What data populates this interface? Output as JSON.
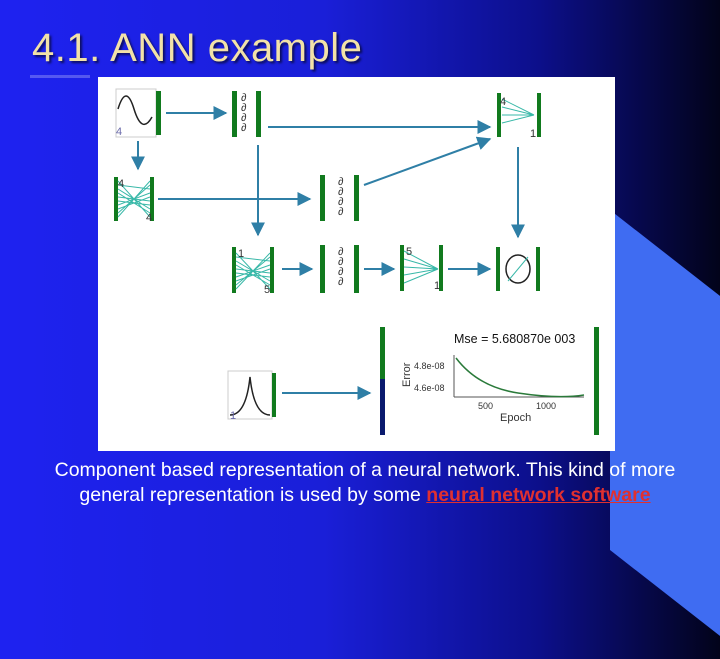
{
  "slide": {
    "title": "4.1. ANN example"
  },
  "figure": {
    "layer_labels": [
      "4",
      "1",
      "4",
      "4",
      "1",
      "5",
      "5",
      "1"
    ],
    "input_label": "4",
    "output_label": "1",
    "mse_label": "Mse = 5.680870e 003",
    "error_axis_label": "Error",
    "epoch_axis_label": "Epoch",
    "y_ticks": [
      "4.8e-08",
      "4.6e-08"
    ],
    "x_ticks": [
      "500",
      "1000"
    ]
  },
  "caption": {
    "text": "Component based representation of a neural network. This kind of more general representation is used by some",
    "link_text": "neural network software"
  },
  "colors": {
    "bar_green": "#117a1e",
    "arrow": "#2f7fa6",
    "mesh": "#38b8a8",
    "title": "#f2e2a8",
    "link": "#e03030"
  }
}
